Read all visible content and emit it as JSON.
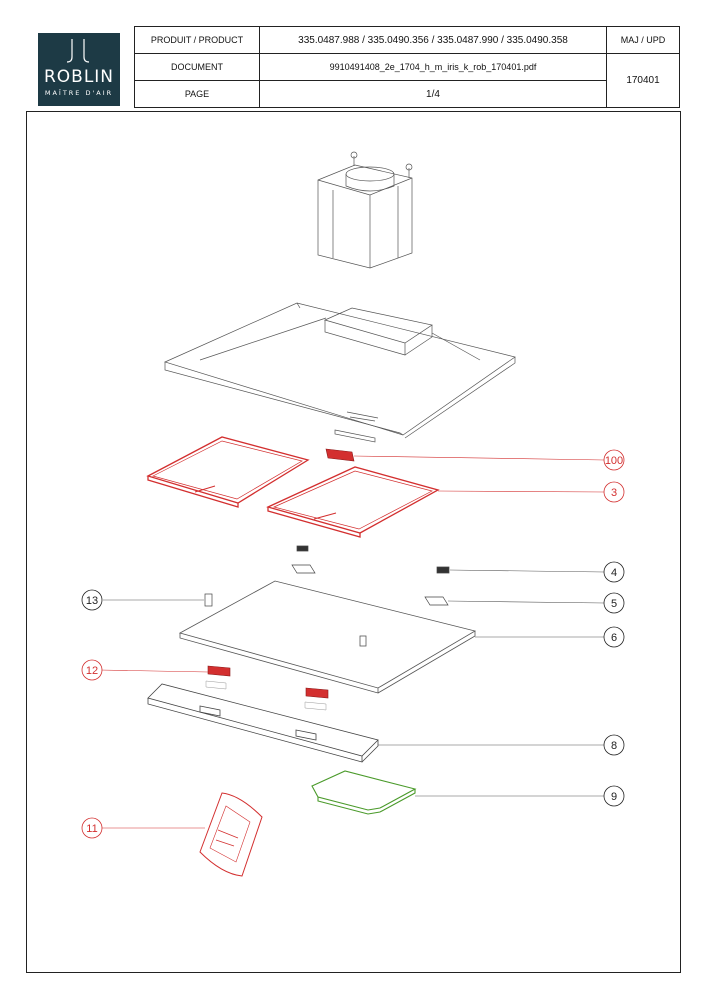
{
  "logo": {
    "name": "ROBLIN",
    "tagline": "MAÎTRE D'AIR",
    "background": "#1d3a45"
  },
  "header": {
    "product_label": "PRODUIT / PRODUCT",
    "product_value": "335.0487.988 / 335.0490.356 / 335.0487.990 / 335.0490.358",
    "document_label": "DOCUMENT",
    "document_value": "9910491408_2e_1704_h_m_iris_k_rob_170401.pdf",
    "page_label": "PAGE",
    "page_value": "1/4",
    "update_label": "MAJ / UPD",
    "update_value": "170401"
  },
  "callouts": [
    {
      "id": "100",
      "color": "#d32f2f"
    },
    {
      "id": "3",
      "color": "#d32f2f"
    },
    {
      "id": "4",
      "color": "#222222"
    },
    {
      "id": "5",
      "color": "#222222"
    },
    {
      "id": "13",
      "color": "#222222"
    },
    {
      "id": "6",
      "color": "#222222"
    },
    {
      "id": "12",
      "color": "#d32f2f"
    },
    {
      "id": "8",
      "color": "#222222"
    },
    {
      "id": "9",
      "color": "#222222"
    },
    {
      "id": "11",
      "color": "#d32f2f"
    }
  ],
  "colors": {
    "highlight_red": "#d32f2f",
    "highlight_green": "#4a9a2a",
    "line": "#555555"
  }
}
